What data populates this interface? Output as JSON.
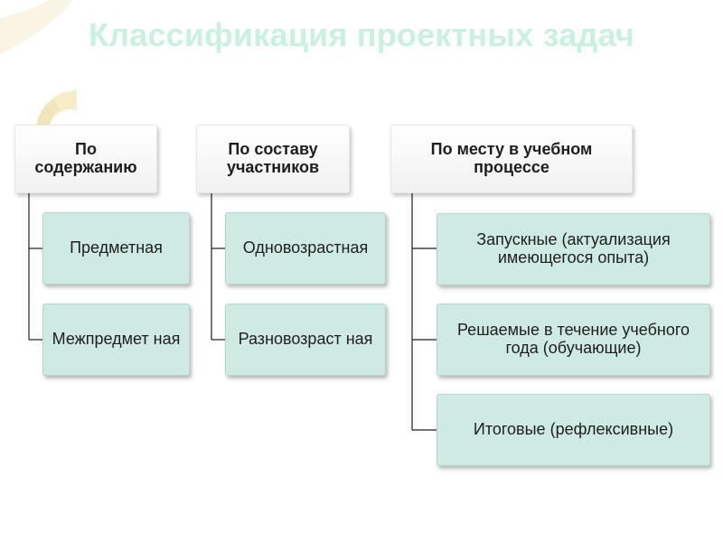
{
  "title": "Классификация проектных задач",
  "colors": {
    "title": "#c8f2df",
    "header_fill": "#ffffff",
    "leaf_fill": "#cfeae2",
    "leaf_border": "#b3d6cb",
    "connector": "#1e1e1e",
    "decoration": "#f7ebc3"
  },
  "columns": [
    {
      "header": "По содержанию",
      "items": [
        "Предметная",
        "Межпредмет ная"
      ]
    },
    {
      "header": "По составу участников",
      "items": [
        "Одновозрастная",
        "Разновозраст ная"
      ]
    },
    {
      "header": "По месту в учебном процессе",
      "items": [
        "Запускные (актуализация имеющегося опыта)",
        "Решаемые в течение учебного года (обучающие)",
        "Итоговые (рефлексивные)"
      ]
    }
  ]
}
